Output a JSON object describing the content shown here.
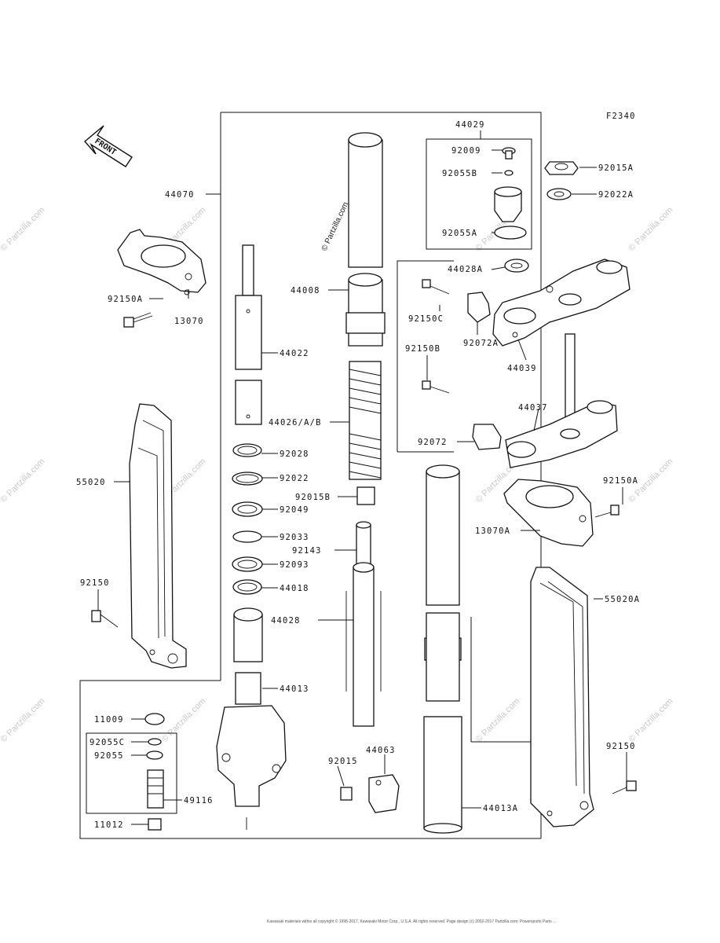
{
  "figure_code": "F2340",
  "front_arrow_label": "FRONT",
  "labels": {
    "p44029": "44029",
    "p92009": "92009",
    "p92055B": "92055B",
    "p92055A": "92055A",
    "p44028A": "44028A",
    "p92015A": "92015A",
    "p92022A": "92022A",
    "p44070": "44070",
    "p92150A_l": "92150A",
    "p13070": "13070",
    "p44008": "44008",
    "p44022": "44022",
    "p92150C": "92150C",
    "p92072A": "92072A",
    "p44039": "44039",
    "p92150B": "92150B",
    "p44037": "44037",
    "p92072": "92072",
    "p44026": "44026/A/B",
    "p55020": "55020",
    "p92028": "92028",
    "p92022": "92022",
    "p92015B": "92015B",
    "p92049": "92049",
    "p92150A_r": "92150A",
    "p13070A": "13070A",
    "p92033": "92033",
    "p92143": "92143",
    "p92093": "92093",
    "p44018": "44018",
    "p92150_l": "92150",
    "p44028": "44028",
    "p55020A": "55020A",
    "p44013": "44013",
    "p11009": "11009",
    "p92055C": "92055C",
    "p92055": "92055",
    "p92015": "92015",
    "p44063": "44063",
    "p92150_r": "92150",
    "p44013A": "44013A",
    "p49116": "49116",
    "p11012": "11012"
  },
  "watermark": "© Partzilla.com",
  "copyright": "Kawasaki materials within all copyright © 1995-2017, Kawasaki Motor Corp., U.S.A. All rights reserved. Page design (c) 2002-2017 Partzilla.com; Powersports Parts ..."
}
